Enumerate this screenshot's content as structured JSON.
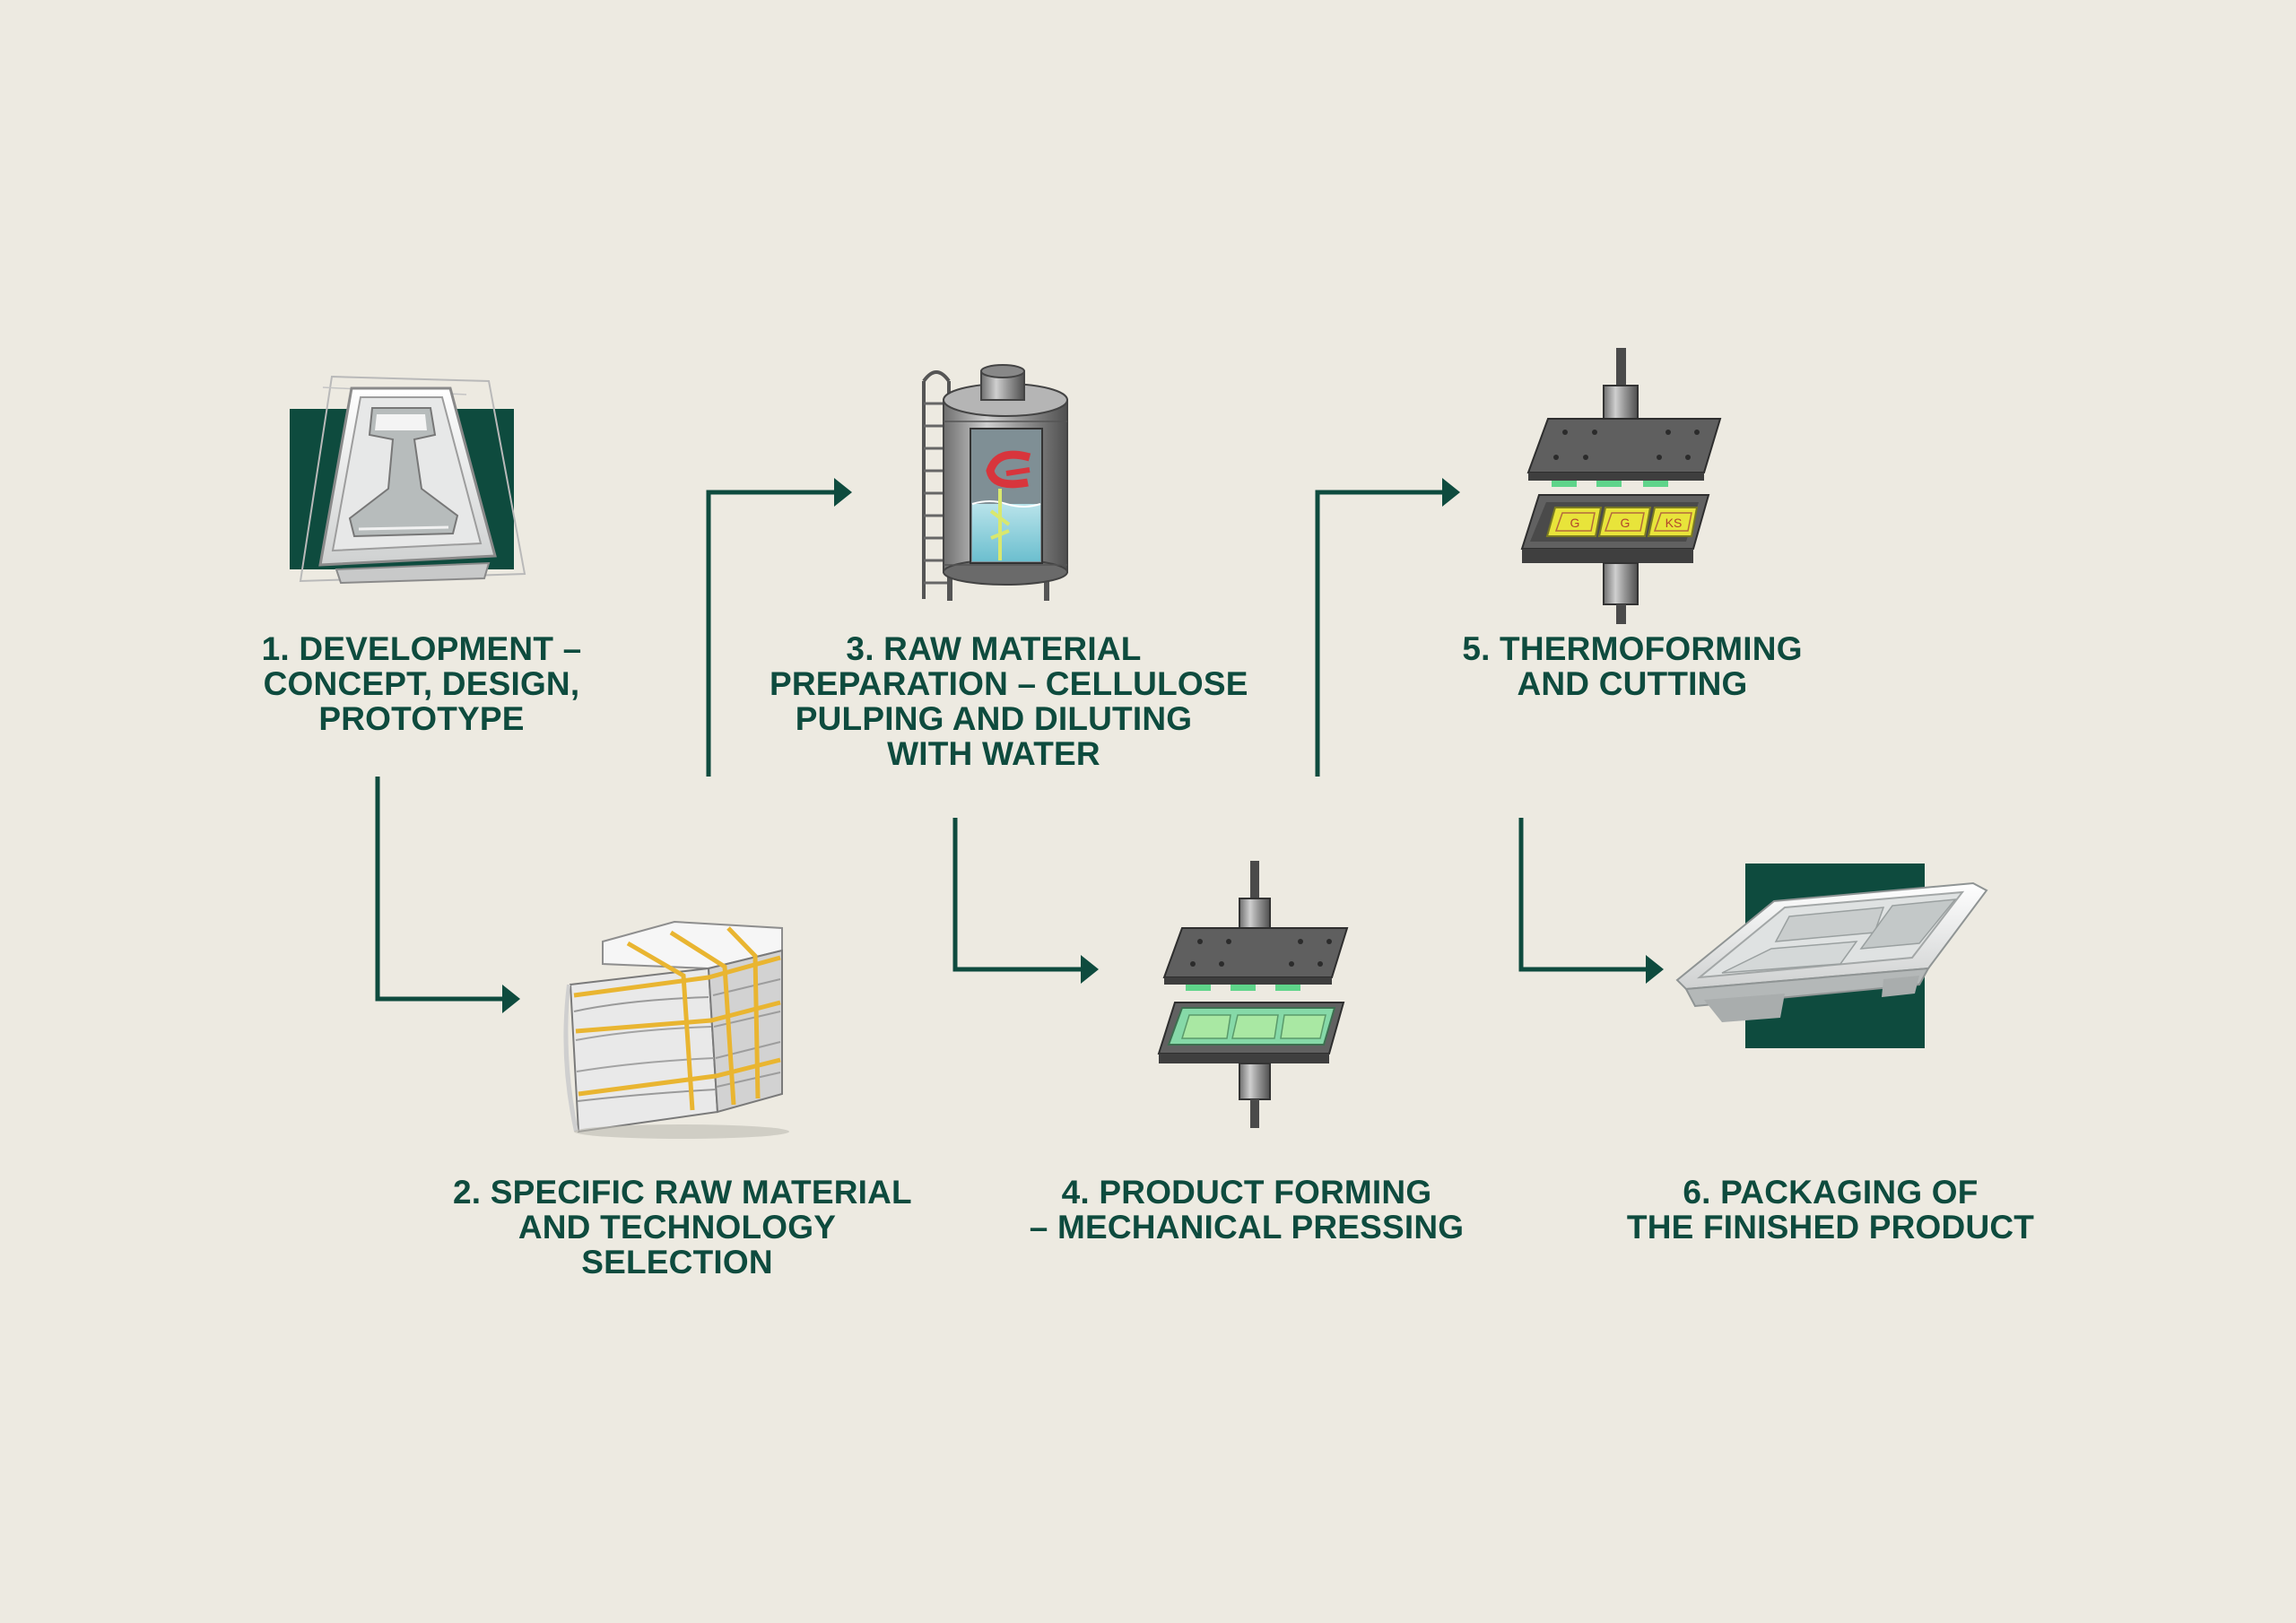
{
  "colors": {
    "background": "#edeae1",
    "accent": "#0e4b3e",
    "strap_yellow": "#e9b531",
    "mold_green": "#5fd48a",
    "mold_yellow": "#e8e43a",
    "tank_red": "#d8353c",
    "water_blue": "#8ed0dc"
  },
  "steps": [
    {
      "id": "step1",
      "icon": "tray-sketch-icon",
      "lines": [
        "1. DEVELOPMENT –",
        "CONCEPT, DESIGN,",
        "PROTOTYPE"
      ]
    },
    {
      "id": "step2",
      "icon": "cellulose-bale-icon",
      "lines": [
        "2. SPECIFIC RAW MATERIAL",
        "AND TECHNOLOGY",
        "SELECTION"
      ]
    },
    {
      "id": "step3",
      "icon": "pulping-tank-icon",
      "lines": [
        "3. RAW MATERIAL",
        "PREPARATION – CELLULOSE",
        "PULPING AND DILUTING",
        "WITH WATER"
      ]
    },
    {
      "id": "step4",
      "icon": "forming-press-icon",
      "lines": [
        "4. PRODUCT FORMING",
        "– MECHANICAL PRESSING"
      ]
    },
    {
      "id": "step5",
      "icon": "thermoforming-press-icon",
      "lines": [
        "5. THERMOFORMING",
        "AND CUTTING"
      ],
      "mold_marks": [
        "G",
        "G",
        "KS"
      ]
    },
    {
      "id": "step6",
      "icon": "finished-tray-icon",
      "lines": [
        "6. PACKAGING OF",
        "THE FINISHED PRODUCT"
      ]
    }
  ]
}
